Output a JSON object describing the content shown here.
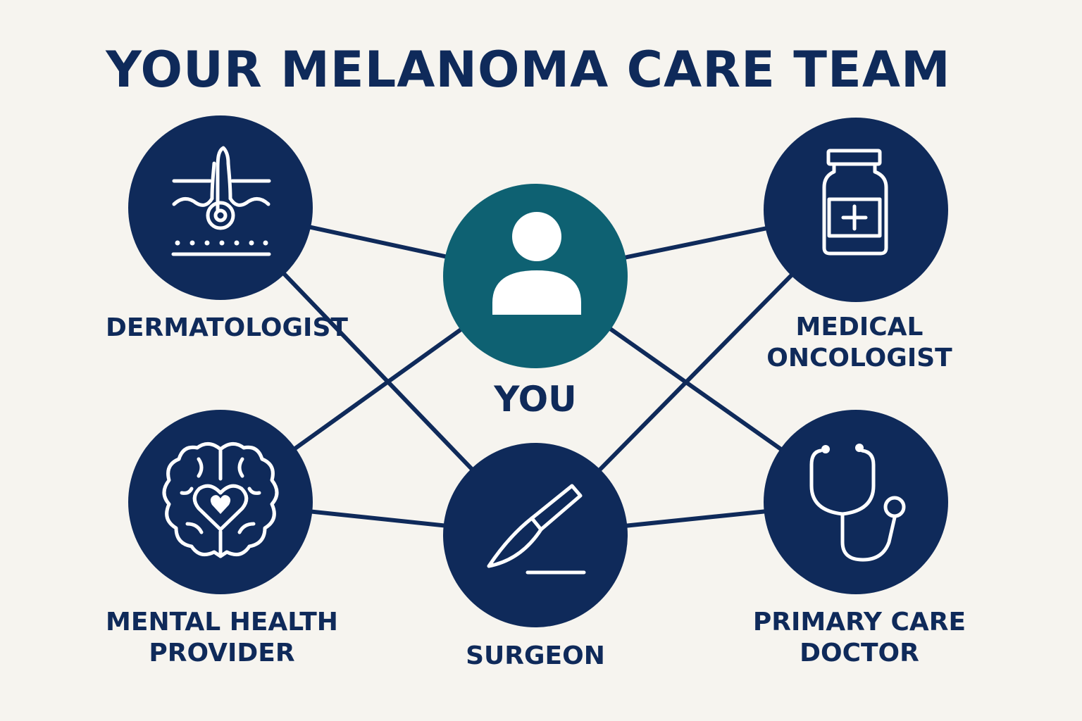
{
  "title": "YOUR MELANOMA CARE TEAM",
  "colors": {
    "background": "#f6f4ef",
    "navy": "#0f2a5a",
    "teal": "#0e6172",
    "icon_line": "#ffffff"
  },
  "center": {
    "label": "YOU",
    "icon": "person-icon"
  },
  "members": [
    {
      "id": "dermatologist",
      "lines": [
        "DERMATOLOGIST"
      ],
      "icon": "skin-hair-follicle-icon"
    },
    {
      "id": "medical-oncologist",
      "lines": [
        "MEDICAL",
        "ONCOLOGIST"
      ],
      "icon": "medicine-bottle-icon"
    },
    {
      "id": "mental-health-provider",
      "lines": [
        "MENTAL HEALTH",
        "PROVIDER"
      ],
      "icon": "brain-heart-icon"
    },
    {
      "id": "surgeon",
      "lines": [
        "SURGEON"
      ],
      "icon": "scalpel-icon"
    },
    {
      "id": "primary-care-doctor",
      "lines": [
        "PRIMARY CARE",
        "DOCTOR"
      ],
      "icon": "stethoscope-icon"
    }
  ],
  "connections": [
    [
      "dermatologist",
      "you"
    ],
    [
      "dermatologist",
      "surgeon"
    ],
    [
      "you",
      "mental-health-provider"
    ],
    [
      "you",
      "medical-oncologist"
    ],
    [
      "you",
      "primary-care-doctor"
    ],
    [
      "medical-oncologist",
      "surgeon"
    ],
    [
      "mental-health-provider",
      "surgeon"
    ],
    [
      "surgeon",
      "primary-care-doctor"
    ]
  ]
}
